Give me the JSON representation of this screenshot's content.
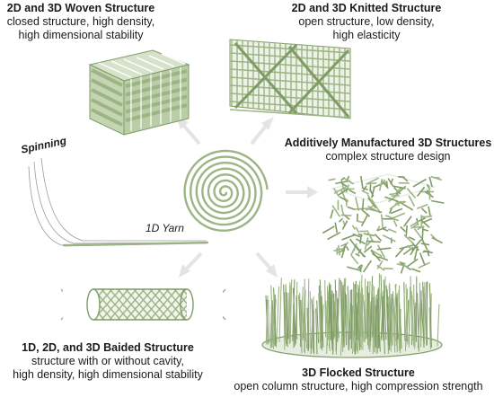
{
  "colors": {
    "fiber": "#9db585",
    "fiber_dark": "#7f9c66",
    "arrow": "#e4e4e4",
    "text": "#1a1a1a"
  },
  "center": {
    "spinning_label": "Spinning",
    "yarn_label": "1D Yarn"
  },
  "woven": {
    "title": "2D and 3D Woven Structure",
    "line1": "closed structure, high density,",
    "line2": "high dimensional stability"
  },
  "knitted": {
    "title": "2D and 3D Knitted Structure",
    "line1": "open structure, low density,",
    "line2": "high elasticity"
  },
  "additive": {
    "title": "Additively Manufactured 3D Structures",
    "line1": "complex structure design"
  },
  "braided": {
    "title": "1D, 2D, and 3D Baided Structure",
    "line1": "structure with or without cavity,",
    "line2": "high density, high dimensional stability"
  },
  "flocked": {
    "title": "3D Flocked Structure",
    "line1": "open column structure, high compression strength"
  }
}
